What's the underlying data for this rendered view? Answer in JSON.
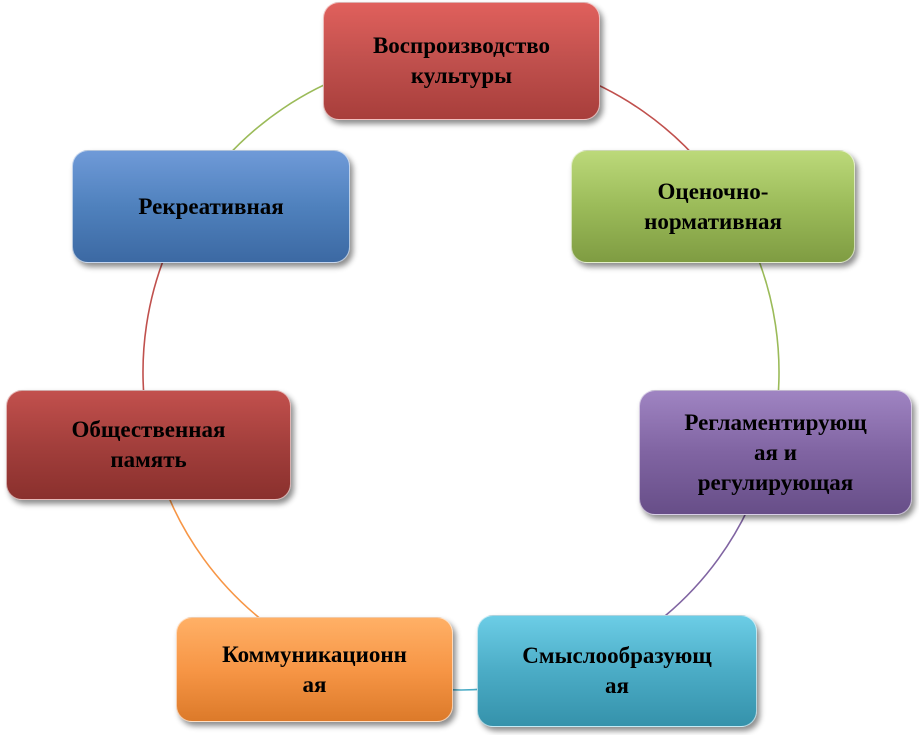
{
  "diagram": {
    "type": "cycle",
    "nodes": [
      {
        "label": "Воспроизводство\nкультуры",
        "color": "#c0504d"
      },
      {
        "label": "Оценочно-\nнормативная",
        "color": "#9bbb59"
      },
      {
        "label": "Регламентирующ\nая и\nрегулирующая",
        "color": "#8064a2"
      },
      {
        "label": "Смыслообразующ\nая",
        "color": "#4bacc6"
      },
      {
        "label": "Коммуникационн\nая",
        "color": "#f79646"
      },
      {
        "label": "Общественная\nпамять",
        "color": "#a33f3c"
      },
      {
        "label": "Рекреативная",
        "color": "#4f81bd"
      }
    ],
    "connector_colors": [
      "#c0504d",
      "#9bbb59",
      "#8064a2",
      "#4bacc6",
      "#f79646",
      "#c0504d",
      "#9bbb59"
    ]
  }
}
